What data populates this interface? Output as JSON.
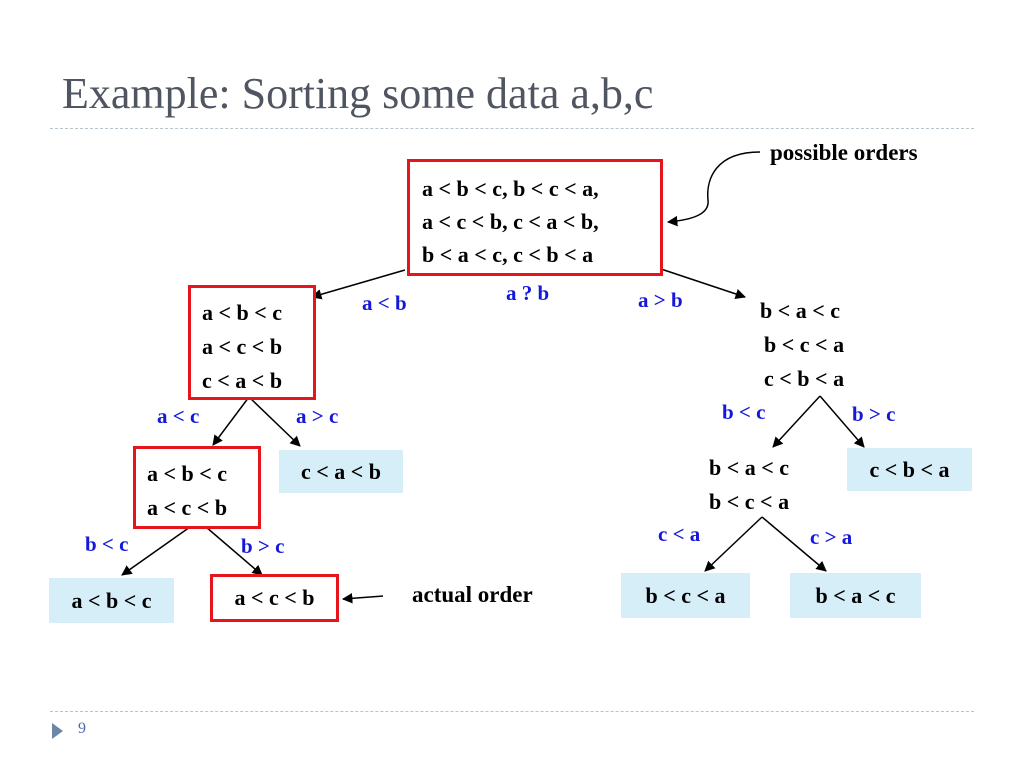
{
  "slide": {
    "title": "Example: Sorting some data a,b,c",
    "page_number": "9"
  },
  "notes": {
    "possible_orders": "possible orders",
    "actual_order": "actual order"
  },
  "tree": {
    "root": {
      "lines": [
        "a < b < c, b < c < a,",
        "a < c < b, c < a < b,",
        "b < a < c, c < b < a"
      ]
    },
    "root_label": "a ? b",
    "root_left_label": "a < b",
    "root_right_label": "a > b",
    "left": {
      "lines": [
        "a < b < c",
        "a < c < b",
        "c < a < b"
      ]
    },
    "left_left_label": "a < c",
    "left_right_label": "a > c",
    "left_left": {
      "lines": [
        "a < b < c",
        "a < c < b"
      ]
    },
    "left_right_leaf": "c < a < b",
    "left_left_left_label": "b < c",
    "left_left_right_label": "b > c",
    "leaf_abc": "a < b < c",
    "leaf_acb": "a < c < b",
    "right": {
      "lines": [
        "b < a < c",
        "b < c < a",
        "c < b < a"
      ]
    },
    "right_left_label": "b < c",
    "right_right_label": "b > c",
    "right_left": {
      "lines": [
        "b < a < c",
        "b < c < a"
      ]
    },
    "right_right_leaf": "c < b < a",
    "right_left_left_label": "c < a",
    "right_left_right_label": "c > a",
    "leaf_bca": "b < c < a",
    "leaf_bac": "b < a < c"
  },
  "colors": {
    "highlight_border": "#e8141b",
    "leaf_fill": "#d5eef8",
    "edge_label": "#1418d8",
    "title": "#4f5561"
  }
}
